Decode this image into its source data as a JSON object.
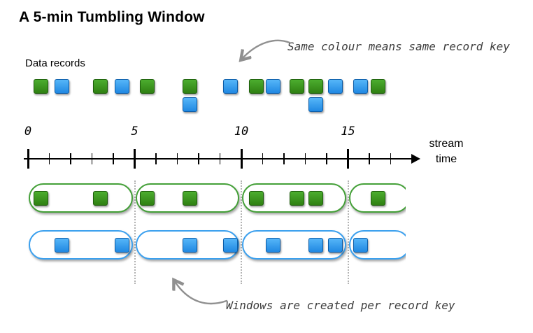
{
  "title": "A 5-min Tumbling Window",
  "labels": {
    "data_records": "Data records",
    "stream_time_line1": "stream",
    "stream_time_line2": "time"
  },
  "annotations": {
    "top": "Same colour means same record key",
    "bottom": "Windows are created per record key"
  },
  "timeline": {
    "major_tick_labels": [
      "0",
      "5",
      "10",
      "15"
    ],
    "major_ticks": [
      0,
      5,
      10,
      15
    ],
    "minor_step": 1,
    "max": 17,
    "boundaries": [
      5,
      10,
      15
    ]
  },
  "records": [
    {
      "t": 0.6,
      "key": "green"
    },
    {
      "t": 1.6,
      "key": "blue"
    },
    {
      "t": 3.4,
      "key": "green"
    },
    {
      "t": 4.4,
      "key": "blue"
    },
    {
      "t": 5.6,
      "key": "green"
    },
    {
      "t": 7.6,
      "key": "green"
    },
    {
      "t": 7.6,
      "key": "blue",
      "stacked": true
    },
    {
      "t": 9.5,
      "key": "blue"
    },
    {
      "t": 10.7,
      "key": "green"
    },
    {
      "t": 11.5,
      "key": "blue"
    },
    {
      "t": 12.6,
      "key": "green"
    },
    {
      "t": 13.5,
      "key": "green"
    },
    {
      "t": 13.5,
      "key": "blue",
      "stacked": true
    },
    {
      "t": 14.4,
      "key": "blue"
    },
    {
      "t": 15.6,
      "key": "blue"
    },
    {
      "t": 16.4,
      "key": "green"
    }
  ],
  "window_ranges": [
    {
      "start": 0,
      "end": 5
    },
    {
      "start": 5,
      "end": 10
    },
    {
      "start": 10,
      "end": 15
    },
    {
      "start": 15,
      "end": 18
    }
  ],
  "window_rows": [
    "green",
    "blue"
  ],
  "colors": {
    "green_fill_top": "#4cad2f",
    "green_fill_bottom": "#2f8012",
    "green_border": "#1e5e0c",
    "blue_fill_top": "#56b6f8",
    "blue_fill_bottom": "#2088e2",
    "blue_border": "#0c5ca7",
    "green_window_border": "#44a038",
    "blue_window_border": "#3ba0ee",
    "annotation_gray": "#909090",
    "axis_black": "#000000"
  }
}
